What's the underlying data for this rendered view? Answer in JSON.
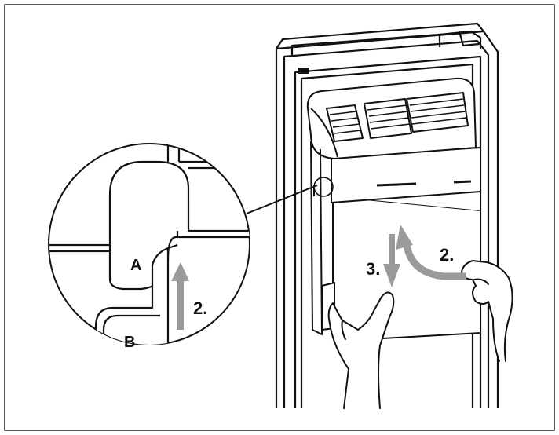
{
  "labels": {
    "part_a": "A",
    "part_b": "B",
    "step_2_detail": "2.",
    "step_2_main": "2.",
    "step_3_main": "3."
  },
  "colors": {
    "line": "#111111",
    "arrow": "#9a9a9a",
    "background": "#ffffff"
  }
}
